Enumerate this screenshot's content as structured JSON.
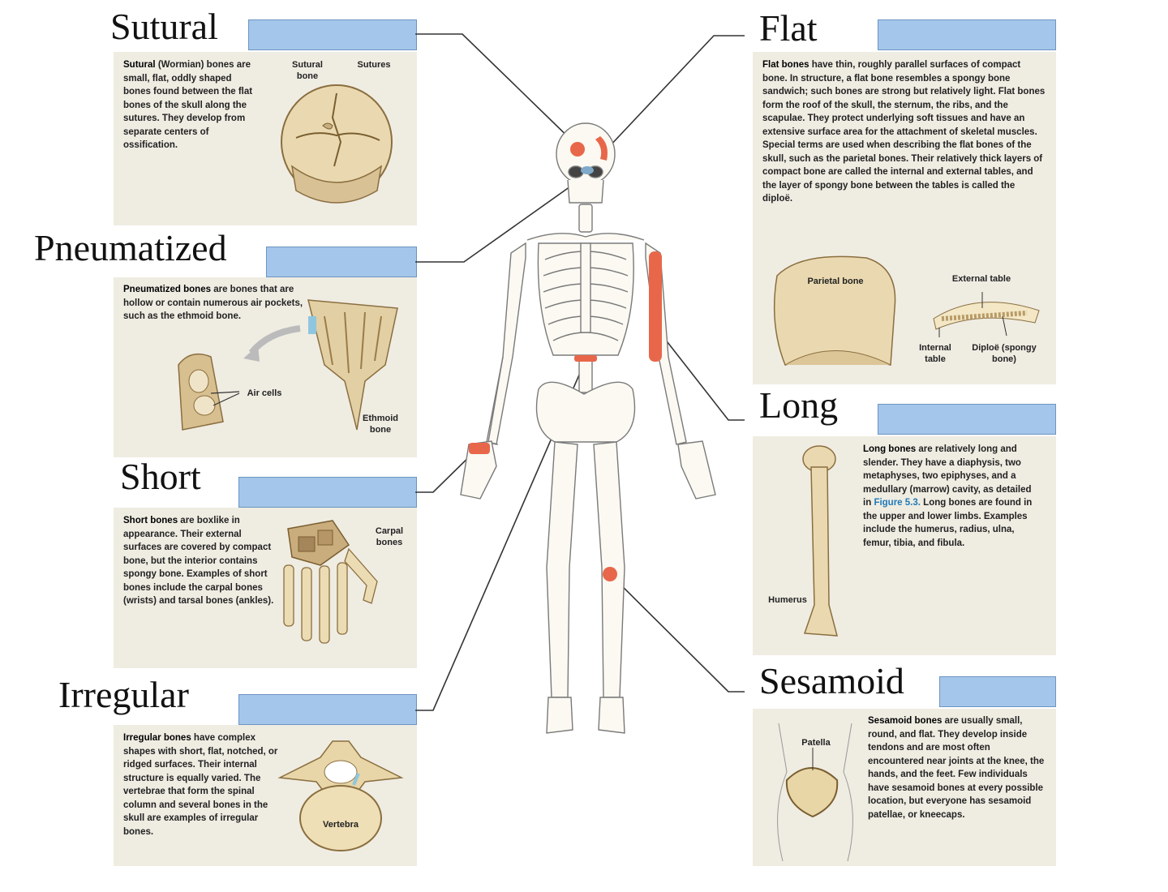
{
  "categories": {
    "sutural": {
      "heading": "Sutural",
      "term": "Sutural",
      "desc": "(Wormian) bones are small, flat, oddly shaped bones found between the flat bones of the skull along the sutures. They develop from separate centers of ossification.",
      "labels": [
        "Sutural bone",
        "Sutures"
      ]
    },
    "pneumatized": {
      "heading": "Pneumatized",
      "term": "Pneumatized bones",
      "desc": "are bones that are hollow or contain numerous air pockets, such as the ethmoid bone.",
      "labels": [
        "Air cells",
        "Ethmoid bone"
      ]
    },
    "short": {
      "heading": "Short",
      "term": "Short bones",
      "desc": "are boxlike in appearance. Their external surfaces are covered by compact bone, but the interior contains spongy bone. Examples of short bones include the carpal bones (wrists) and tarsal bones (ankles).",
      "labels": [
        "Carpal bones"
      ]
    },
    "irregular": {
      "heading": "Irregular",
      "term": "Irregular bones",
      "desc": "have complex shapes with short, flat, notched, or ridged surfaces. Their internal structure is equally varied. The vertebrae that form the spinal column and several bones in the skull are examples of irregular bones.",
      "labels": [
        "Vertebra"
      ]
    },
    "flat": {
      "heading": "Flat",
      "term": "Flat bones",
      "desc": "have thin, roughly parallel surfaces of compact bone. In structure, a flat bone resembles a spongy bone sandwich; such bones are strong but relatively light. Flat bones form the roof of the skull, the sternum, the ribs, and the scapulae. They protect underlying soft tissues and have an extensive surface area for the attachment of skeletal muscles. Special terms are used when describing the flat bones of the skull, such as the parietal bones. Their relatively thick layers of compact bone are called the internal and external tables, and the layer of spongy bone between the tables is called the diploë.",
      "labels": [
        "Parietal bone",
        "External table",
        "Internal table",
        "Diploë (spongy bone)"
      ]
    },
    "long": {
      "heading": "Long",
      "term": "Long bones",
      "desc_before": "are relatively long and slender. They have a diaphysis, two metaphyses, two epiphyses, and a medullary (marrow) cavity, as detailed in",
      "link": "Figure 5.3.",
      "desc_after": "Long bones are found in the upper and lower limbs. Examples include the humerus, radius, ulna, femur, tibia, and fibula.",
      "labels": [
        "Humerus"
      ]
    },
    "sesamoid": {
      "heading": "Sesamoid",
      "term": "Sesamoid bones",
      "desc": "are usually small, round, and flat. They develop inside tendons and are most often encountered near joints at the knee, the hands, and the feet. Few individuals have sesamoid bones at every possible location, but everyone has sesamoid patellae, or kneecaps.",
      "labels": [
        "Patella"
      ]
    }
  },
  "colors": {
    "highlight": "#e8674a",
    "answer_box": "#a4c6ea",
    "panel": "#efece2",
    "bone": "#ead9b0",
    "leader": "#333333"
  }
}
